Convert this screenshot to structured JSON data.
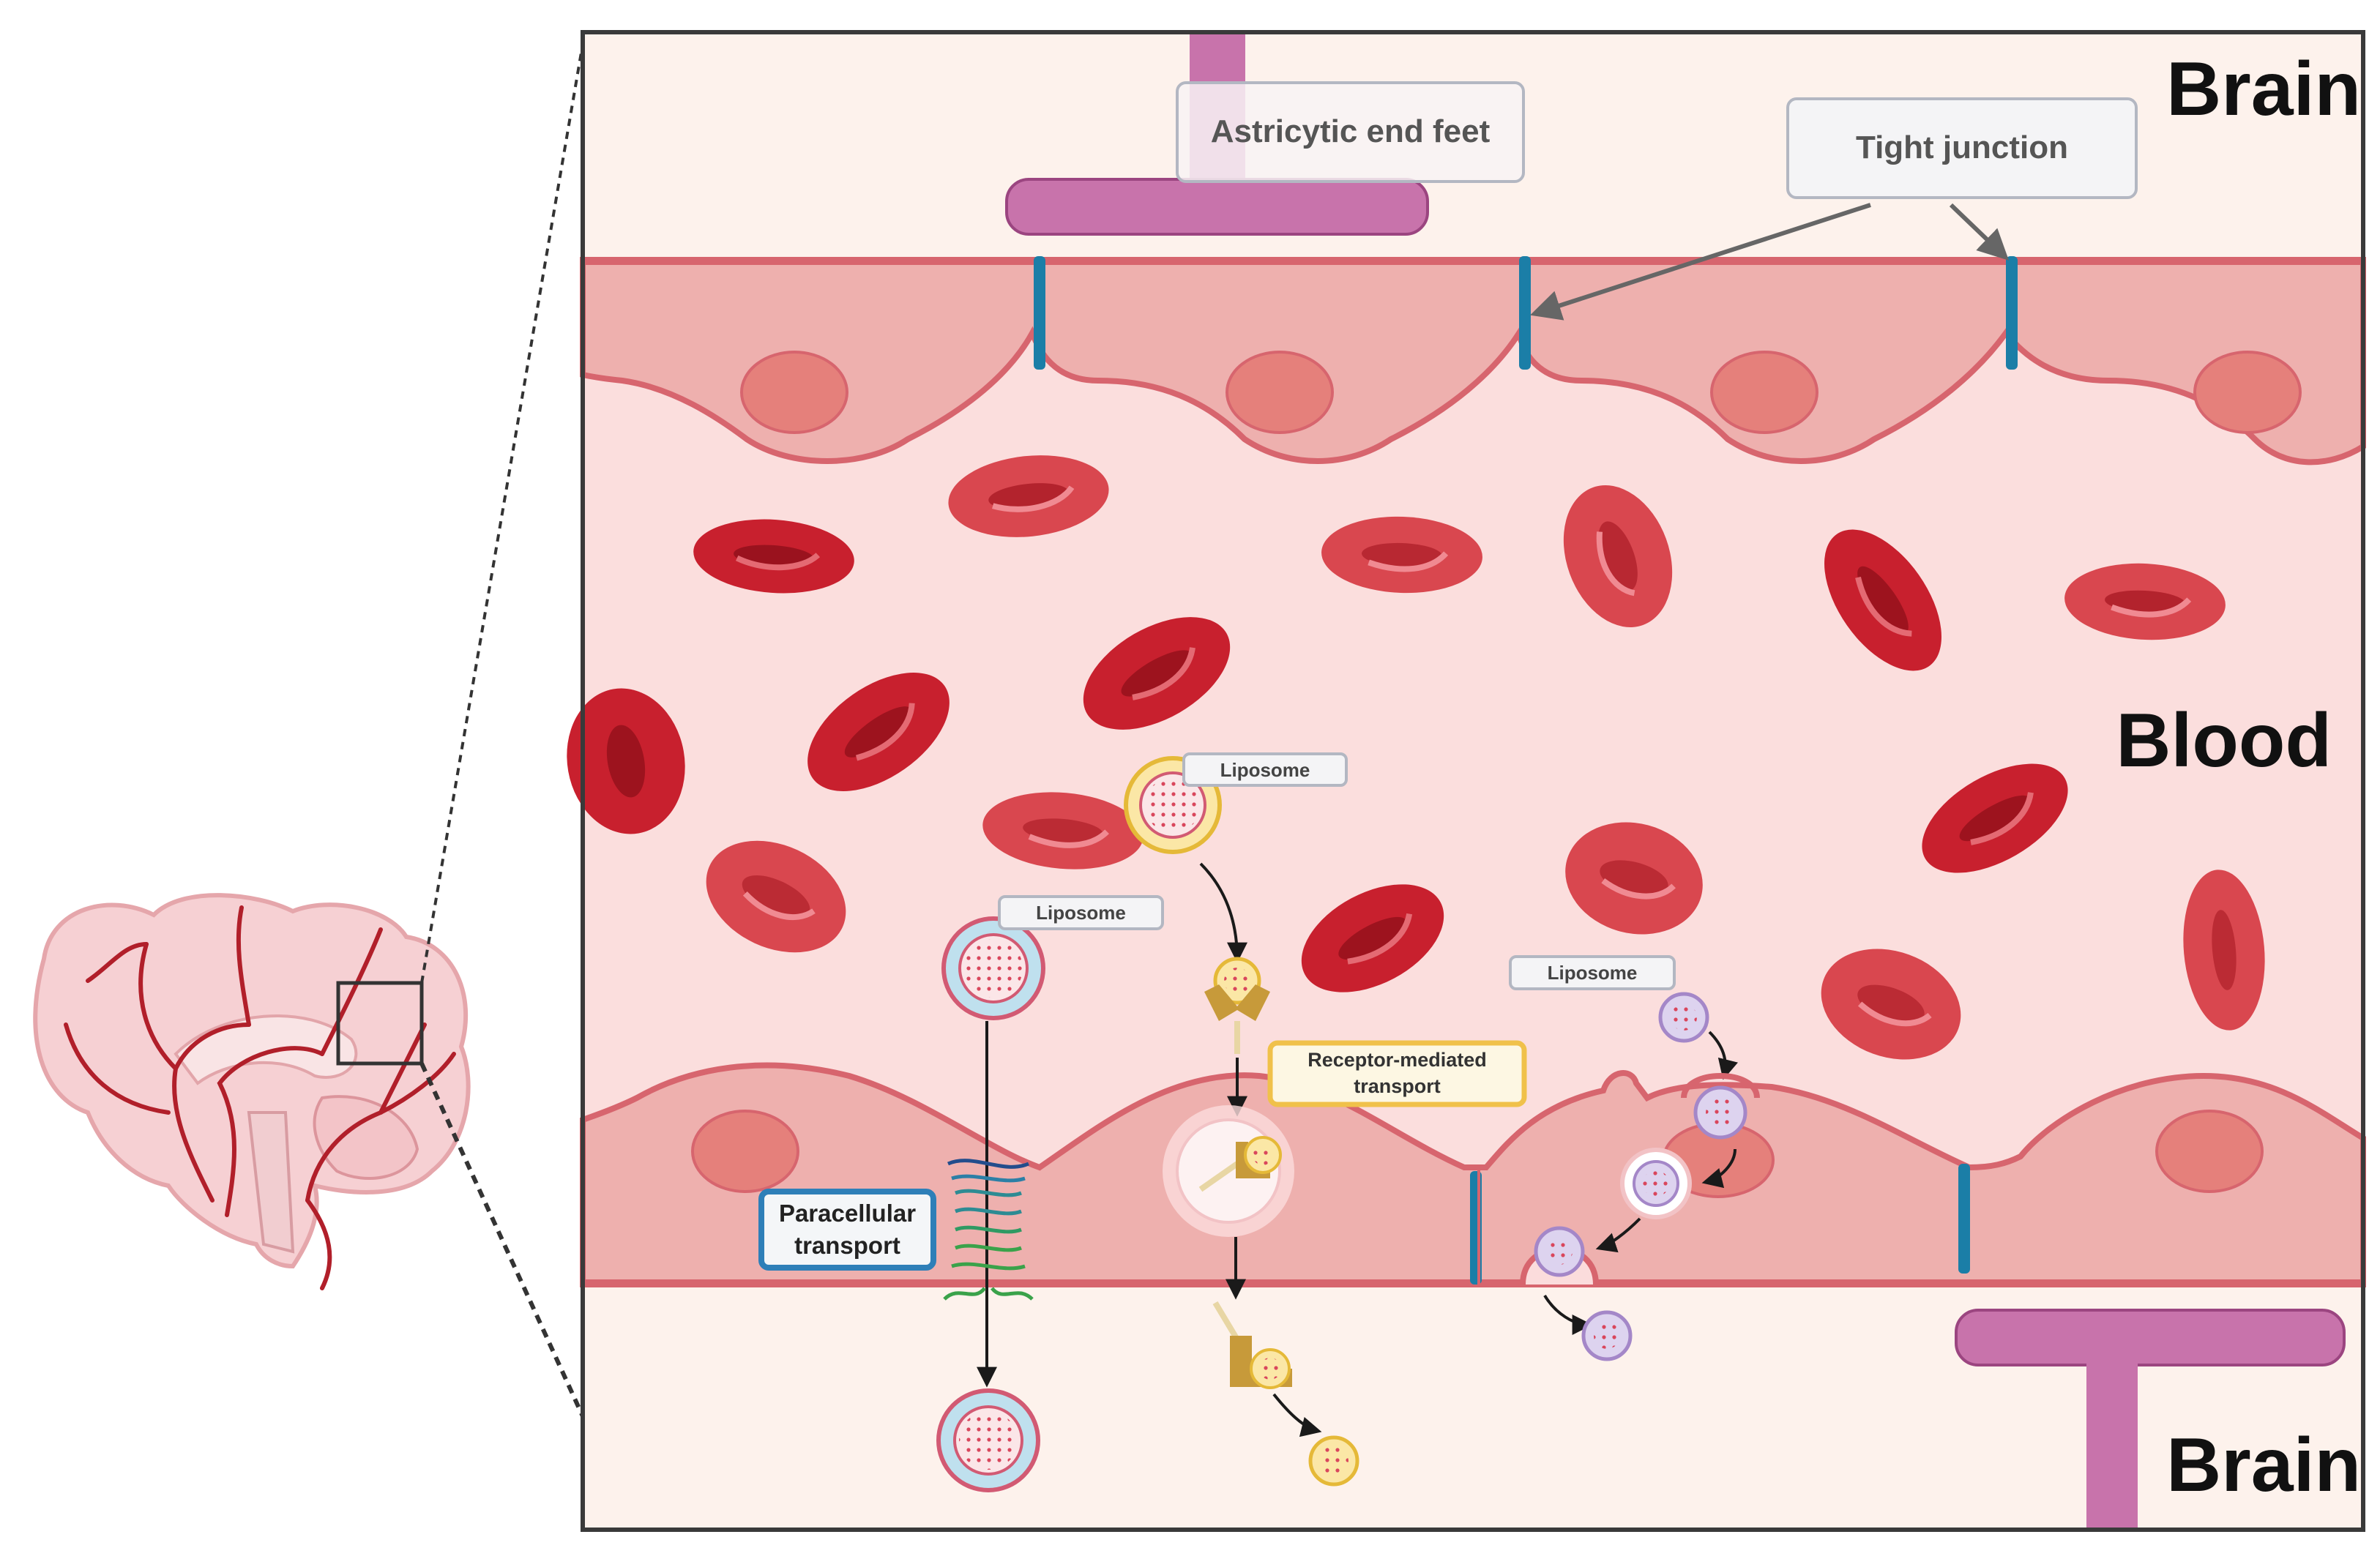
{
  "regions": {
    "brain_top": "Brain",
    "blood": "Blood",
    "brain_bottom": "Brain"
  },
  "labels": {
    "astrocytic_end_feet": "Astricytic end feet",
    "tight_junction": "Tight junction",
    "liposome_1": "Liposome",
    "liposome_2": "Liposome",
    "liposome_3": "Liposome",
    "receptor_mediated": "Receptor-mediated transport",
    "paracellular": "Paracellular transport"
  },
  "colors": {
    "brain_bg": "#fdf2ec",
    "blood_bg": "#fbdedd",
    "endothelium": "#eeb0ae",
    "nucleus": "#e5807b",
    "rbc": "#cf3d4c",
    "rbc_dark": "#a2141f",
    "tight_junction": "#1b7ea7",
    "end_feet": "#c873ab",
    "receptor": "#c79a3a",
    "paracellular_box": "#2e7fb8",
    "receptor_box": "#f0c14a"
  }
}
